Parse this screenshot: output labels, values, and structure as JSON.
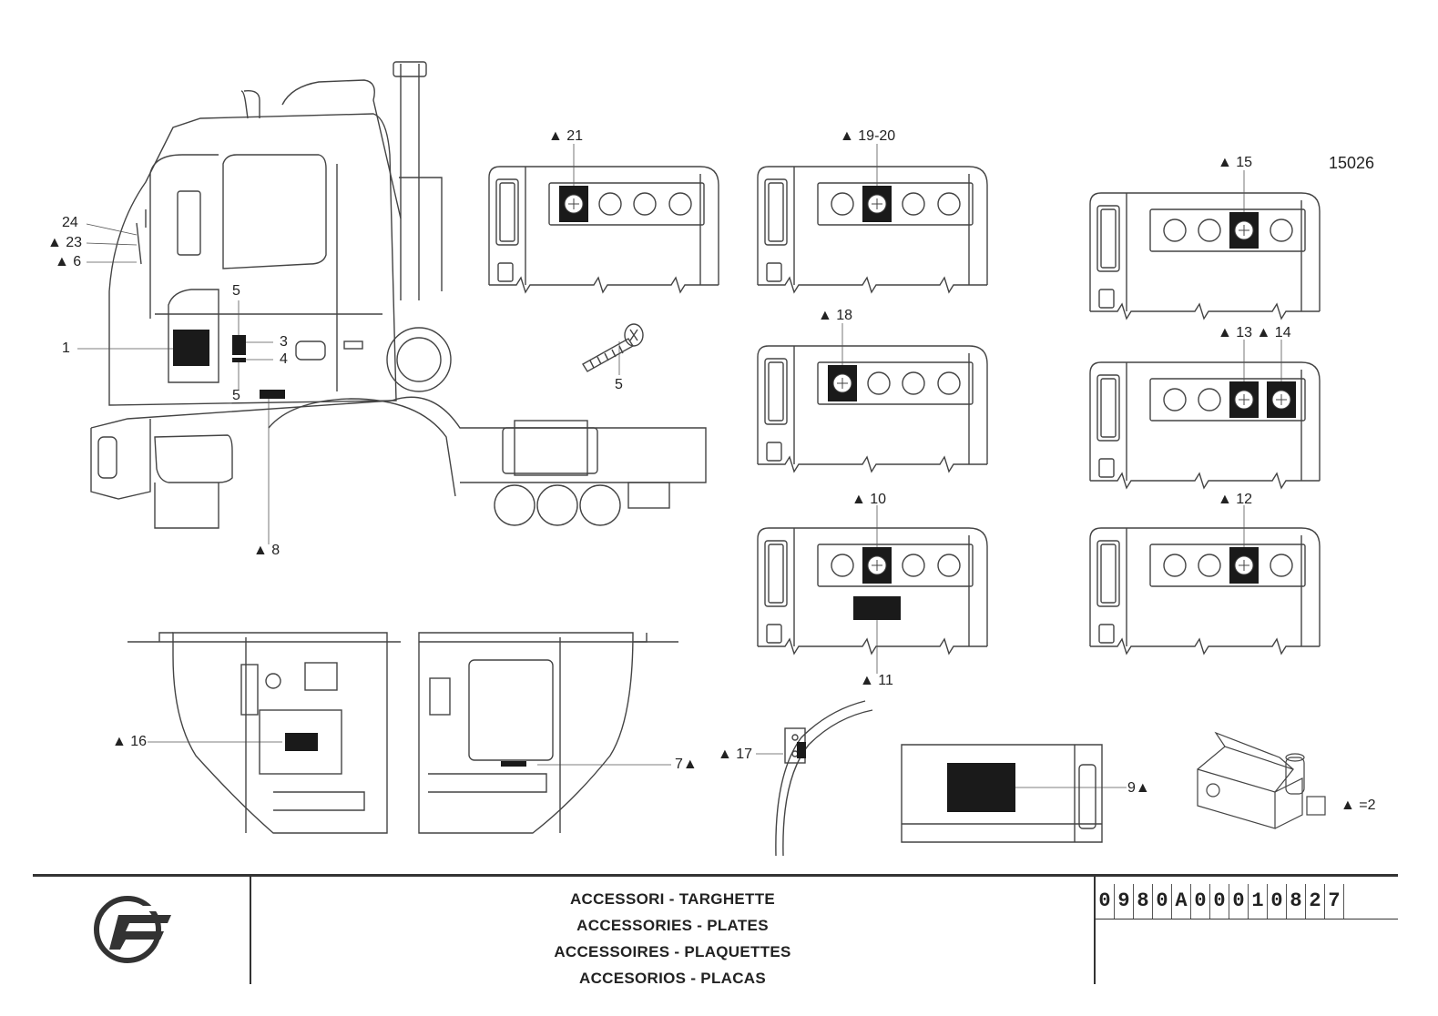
{
  "drawing_number": "15026",
  "callouts": {
    "c24": "24",
    "c23": "▲ 23",
    "c6": "▲ 6",
    "c1": "1",
    "c5a": "5",
    "c3": "3",
    "c4": "4",
    "c5b": "5",
    "c8": "▲ 8",
    "c5screw": "5",
    "c21": "▲ 21",
    "c1920": "▲ 19-20",
    "c15": "▲ 15",
    "c18": "▲ 18",
    "c1314": "▲ 13 ▲ 14",
    "c10": "▲ 10",
    "c11": "▲ 11",
    "c12": "▲ 12",
    "c16": "▲ 16",
    "c7": "7▲",
    "c17": "▲ 17",
    "c9": "9▲",
    "c2": "▲ =2"
  },
  "title_block": {
    "line_it": "ACCESSORI - TARGHETTE",
    "line_en": "ACCESSORIES - PLATES",
    "line_fr": "ACCESSOIRES - PLAQUETTES",
    "line_es": "ACCESORIOS - PLACAS",
    "code_digits": [
      "0",
      "9",
      "8",
      "0",
      "A",
      "0",
      "0",
      "0",
      "1",
      "0",
      "8",
      "2",
      "7"
    ]
  },
  "colors": {
    "line": "#444444",
    "fill_dark": "#1a1a1a"
  }
}
